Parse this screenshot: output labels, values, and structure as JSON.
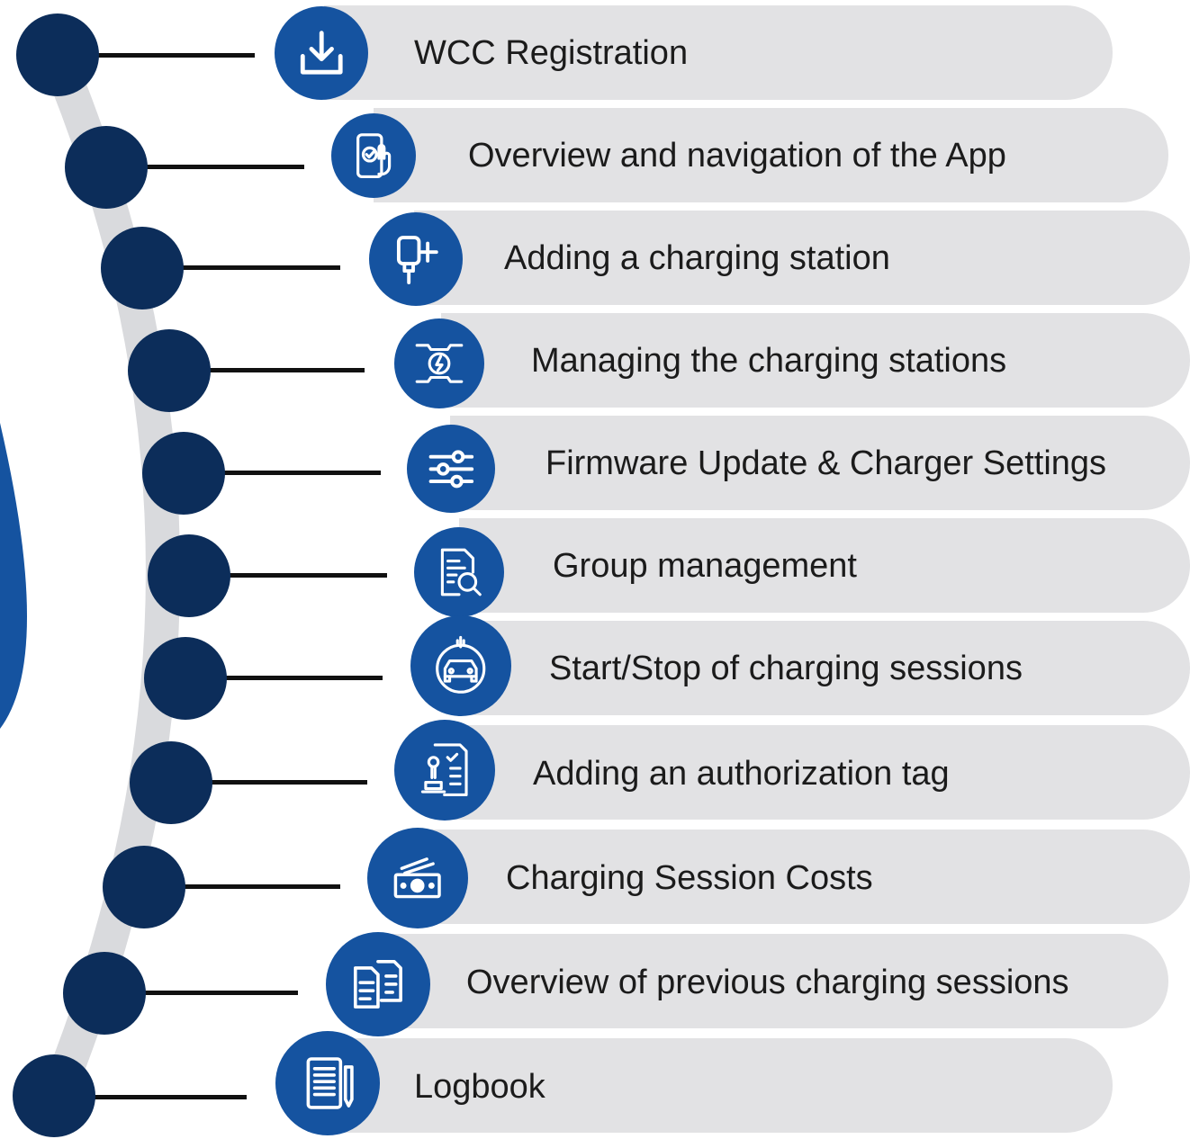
{
  "colors": {
    "dot": "#0c2d5a",
    "icon_bg": "#1553a0",
    "pill": "#e2e2e4",
    "curve": "#d9dadd",
    "connector": "#111111",
    "text": "#1b1b1b"
  },
  "steps": [
    {
      "label": "WCC Registration",
      "icon": "download-icon"
    },
    {
      "label": "Overview and navigation of the App",
      "icon": "phone-touch-icon"
    },
    {
      "label": "Adding a charging station",
      "icon": "charger-add-icon"
    },
    {
      "label": "Managing the charging stations",
      "icon": "charging-network-icon"
    },
    {
      "label": "Firmware Update & Charger Settings",
      "icon": "settings-sliders-icon"
    },
    {
      "label": "Group management",
      "icon": "document-search-icon"
    },
    {
      "label": "Start/Stop of charging sessions",
      "icon": "car-charging-icon"
    },
    {
      "label": "Adding an authorization tag",
      "icon": "stamp-document-icon"
    },
    {
      "label": "Charging Session Costs",
      "icon": "money-icon"
    },
    {
      "label": "Overview of previous charging sessions",
      "icon": "documents-icon"
    },
    {
      "label": "Logbook",
      "icon": "notebook-pen-icon"
    }
  ]
}
